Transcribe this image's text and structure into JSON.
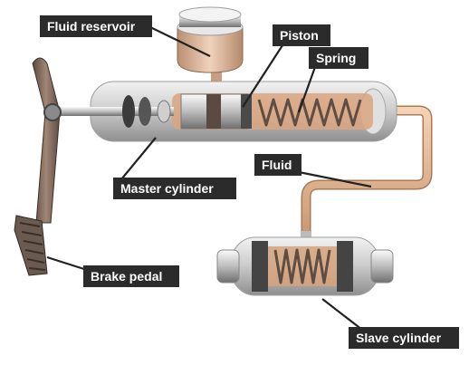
{
  "labels": {
    "fluid_reservoir": "Fluid reservoir",
    "piston": "Piston",
    "spring": "Spring",
    "fluid": "Fluid",
    "master_cylinder": "Master cylinder",
    "brake_pedal": "Brake pedal",
    "slave_cylinder": "Slave cylinder"
  },
  "colors": {
    "label_bg": "#2b2b2b",
    "label_text": "#ffffff",
    "leader_line": "#222222",
    "fluid_pipe": "#e2b896",
    "metal": "#c9c9c9",
    "cylinder_body": "#d9d9d9"
  }
}
